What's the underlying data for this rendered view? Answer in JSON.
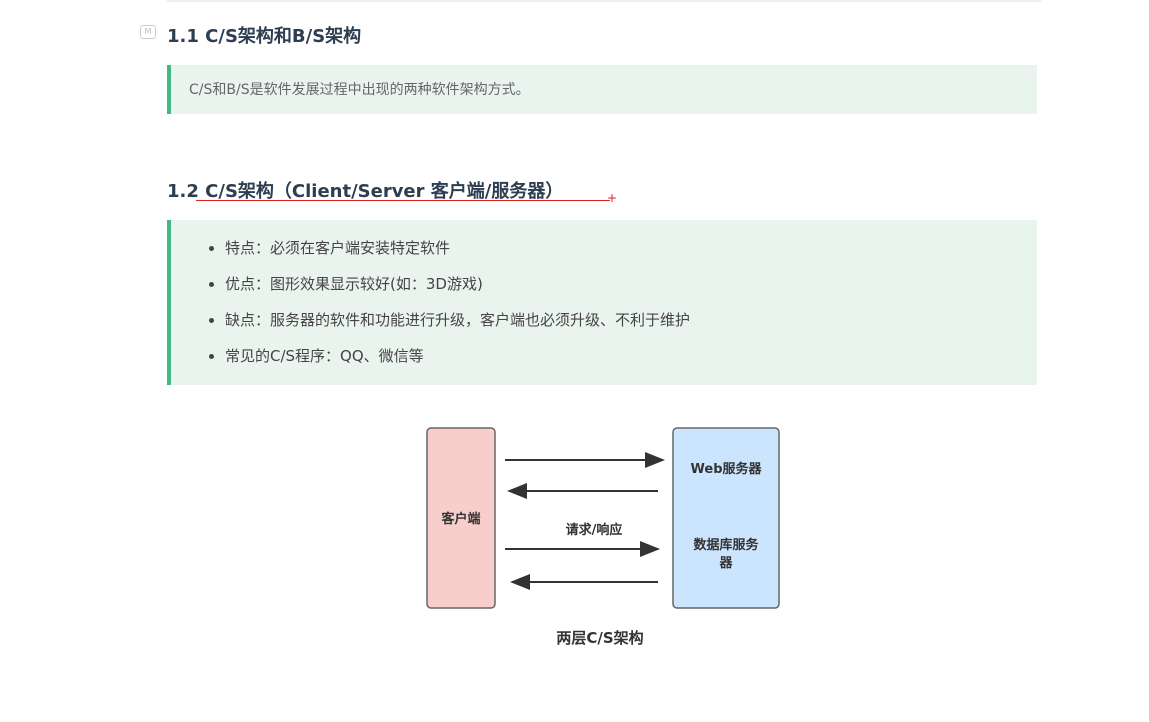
{
  "section1": {
    "title": "1.1 C/S架构和B/S架构",
    "quote": "C/S和B/S是软件发展过程中出现的两种软件架构方式。"
  },
  "section2": {
    "title": "1.2 C/S架构（Client/Server 客户端/服务器）",
    "items": [
      "特点：必须在客户端安装特定软件",
      "优点：图形效果显示较好(如：3D游戏)",
      "缺点：服务器的软件和功能进行升级，客户端也必须升级、不利于维护",
      "常见的C/S程序：QQ、微信等"
    ]
  },
  "diagram": {
    "client": "客户端",
    "server_line1": "Web服务器",
    "server_line2": "数据库服务",
    "server_line3": "器",
    "arrow_label": "请求/响应",
    "caption": "两层C/S架构",
    "client_color": "#f8cecc",
    "server_color": "#cce5ff"
  }
}
